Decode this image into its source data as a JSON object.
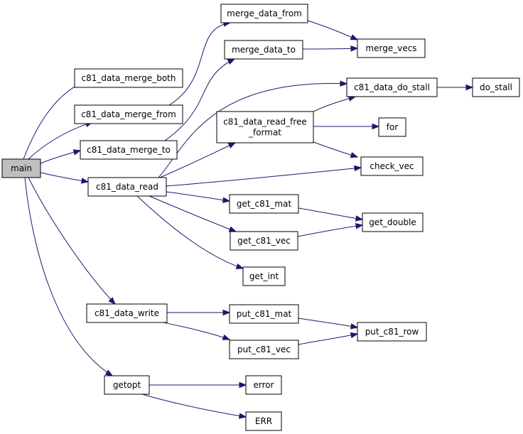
{
  "graph": {
    "colors": {
      "edge": "#191970",
      "node_border": "#000000",
      "root_fill": "#bfbfbf",
      "node_fill": "#ffffff"
    },
    "nodes": {
      "main": {
        "lines": [
          "main"
        ]
      },
      "c81_data_merge_both": {
        "lines": [
          "c81_data_merge_both"
        ]
      },
      "c81_data_merge_from": {
        "lines": [
          "c81_data_merge_from"
        ]
      },
      "c81_data_merge_to": {
        "lines": [
          "c81_data_merge_to"
        ]
      },
      "c81_data_read": {
        "lines": [
          "c81_data_read"
        ]
      },
      "c81_data_write": {
        "lines": [
          "c81_data_write"
        ]
      },
      "getopt": {
        "lines": [
          "getopt"
        ]
      },
      "merge_data_from": {
        "lines": [
          "merge_data_from"
        ]
      },
      "merge_data_to": {
        "lines": [
          "merge_data_to"
        ]
      },
      "merge_vecs": {
        "lines": [
          "merge_vecs"
        ]
      },
      "c81_data_do_stall": {
        "lines": [
          "c81_data_do_stall"
        ]
      },
      "do_stall": {
        "lines": [
          "do_stall"
        ]
      },
      "c81_data_read_free_format": {
        "lines": [
          "c81_data_read_free",
          "_format"
        ]
      },
      "for": {
        "lines": [
          "for"
        ]
      },
      "check_vec": {
        "lines": [
          "check_vec"
        ]
      },
      "get_c81_mat": {
        "lines": [
          "get_c81_mat"
        ]
      },
      "get_c81_vec": {
        "lines": [
          "get_c81_vec"
        ]
      },
      "get_double": {
        "lines": [
          "get_double"
        ]
      },
      "get_int": {
        "lines": [
          "get_int"
        ]
      },
      "put_c81_mat": {
        "lines": [
          "put_c81_mat"
        ]
      },
      "put_c81_vec": {
        "lines": [
          "put_c81_vec"
        ]
      },
      "put_c81_row": {
        "lines": [
          "put_c81_row"
        ]
      },
      "error": {
        "lines": [
          "error"
        ]
      },
      "ERR": {
        "lines": [
          "ERR"
        ]
      }
    },
    "edges": [
      [
        "main",
        "c81_data_merge_both"
      ],
      [
        "main",
        "c81_data_merge_from"
      ],
      [
        "main",
        "c81_data_merge_to"
      ],
      [
        "main",
        "c81_data_read"
      ],
      [
        "main",
        "c81_data_write"
      ],
      [
        "main",
        "getopt"
      ],
      [
        "c81_data_merge_from",
        "merge_data_from"
      ],
      [
        "c81_data_merge_to",
        "merge_data_to"
      ],
      [
        "merge_data_from",
        "merge_vecs"
      ],
      [
        "merge_data_to",
        "merge_vecs"
      ],
      [
        "c81_data_read",
        "c81_data_do_stall"
      ],
      [
        "c81_data_read",
        "c81_data_read_free_format"
      ],
      [
        "c81_data_read",
        "check_vec"
      ],
      [
        "c81_data_read",
        "get_c81_mat"
      ],
      [
        "c81_data_read",
        "get_c81_vec"
      ],
      [
        "c81_data_read",
        "get_int"
      ],
      [
        "c81_data_do_stall",
        "do_stall"
      ],
      [
        "c81_data_read_free_format",
        "c81_data_do_stall"
      ],
      [
        "c81_data_read_free_format",
        "for"
      ],
      [
        "c81_data_read_free_format",
        "check_vec"
      ],
      [
        "get_c81_mat",
        "get_double"
      ],
      [
        "get_c81_vec",
        "get_double"
      ],
      [
        "c81_data_write",
        "put_c81_mat"
      ],
      [
        "c81_data_write",
        "put_c81_vec"
      ],
      [
        "put_c81_mat",
        "put_c81_row"
      ],
      [
        "put_c81_vec",
        "put_c81_row"
      ],
      [
        "getopt",
        "error"
      ],
      [
        "getopt",
        "ERR"
      ]
    ]
  }
}
